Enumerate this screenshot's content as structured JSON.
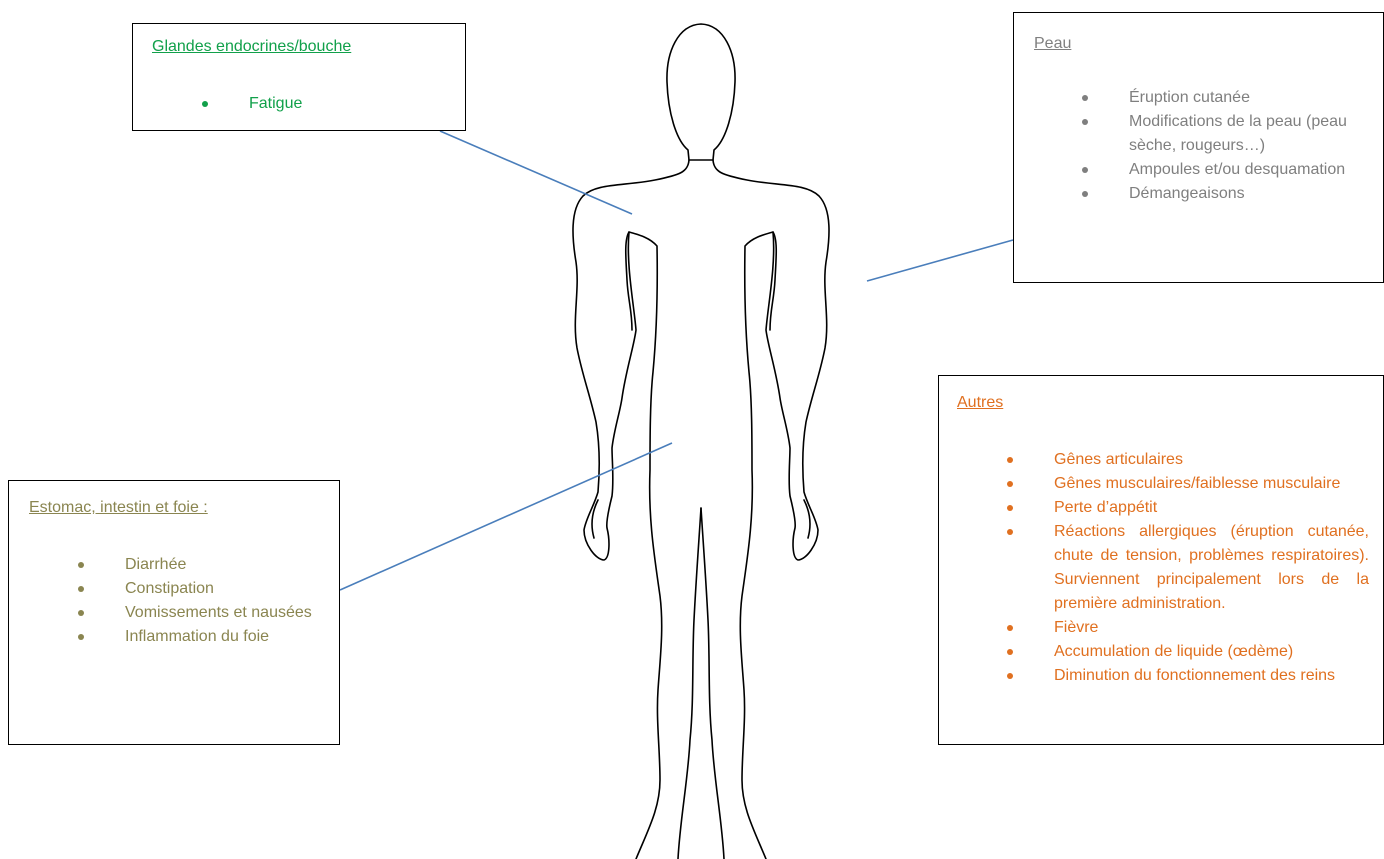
{
  "boxes": {
    "glandes": {
      "title": "Glandes endocrines/bouche",
      "items": [
        "Fatigue"
      ],
      "color": "#11a04a"
    },
    "peau": {
      "title": "Peau",
      "items": [
        "Éruption cutanée",
        "Modifications de la peau (peau sèche, rougeurs…)",
        "Ampoules et/ou desquamation",
        "Démangeaisons"
      ],
      "color": "#7f7f7f"
    },
    "estomac": {
      "title": "Estomac, intestin et foie :",
      "items": [
        "Diarrhée",
        "Constipation",
        "Vomissements et nausées",
        "Inflammation du foie"
      ],
      "color": "#8a8550"
    },
    "autres": {
      "title": "Autres",
      "items": [
        "Gênes articulaires",
        "Gênes musculaires/faiblesse musculaire",
        "Perte d’appétit",
        "Réactions allergiques (éruption cutanée, chute de tension, problèmes respiratoires). Surviennent principalement lors de la première administration.",
        "Fièvre",
        "Accumulation de liquide (œdème)",
        "Diminution du fonctionnement des reins"
      ],
      "color": "#e07020"
    }
  },
  "colors": {
    "connector_line": "#4a7ebb",
    "body_outline": "#000000",
    "box_border": "#000000"
  }
}
